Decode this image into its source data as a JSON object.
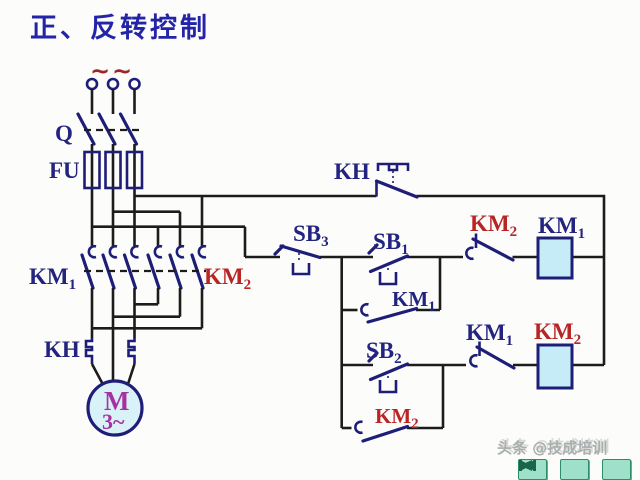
{
  "title": "正、反转控制",
  "colors": {
    "wire": "#1c1c1c",
    "symbol": "#1e1e78",
    "label_navy": "#232380",
    "label_red": "#b92525",
    "title_blue": "#2324a8",
    "ac_red": "#9b2626",
    "coil_fill": "#c5ecf7",
    "motor_fill": "#d8f2f8",
    "motor_text": "#a632a0",
    "nav_fill": "#9fe0cb",
    "nav_border": "#2e8d68",
    "nav_arrow": "#176647",
    "watermark_gray": "#a9aeae"
  },
  "power": {
    "ac_left": "~",
    "ac_right": "~"
  },
  "components": {
    "q_switch": {
      "label": "Q"
    },
    "fuse": {
      "label": "FU"
    },
    "km1_main": {
      "label": "KM",
      "sub": "1"
    },
    "km2_main": {
      "label": "KM",
      "sub": "2"
    },
    "kh_relay": {
      "label": "KH"
    },
    "motor": {
      "letter": "M",
      "phase": "3~"
    },
    "kh_contact": {
      "label": "KH"
    },
    "sb3": {
      "label": "SB",
      "sub": "3"
    },
    "sb1": {
      "label": "SB",
      "sub": "1"
    },
    "sb2": {
      "label": "SB",
      "sub": "2"
    },
    "km2_nc": {
      "label": "KM",
      "sub": "2"
    },
    "km1_coil": {
      "label": "KM",
      "sub": "1"
    },
    "km1_aux": {
      "label": "KM",
      "sub": "1"
    },
    "km1_nc": {
      "label": "KM",
      "sub": "1"
    },
    "km2_coil": {
      "label": "KM",
      "sub": "2"
    },
    "km2_aux": {
      "label": "KM",
      "sub": "2"
    }
  },
  "watermark": {
    "text": "头条 @技成培训"
  },
  "nav": {
    "first_icon": "skip-back-icon",
    "back_icon": "back-icon",
    "forward_icon": "skip-forward-icon"
  }
}
